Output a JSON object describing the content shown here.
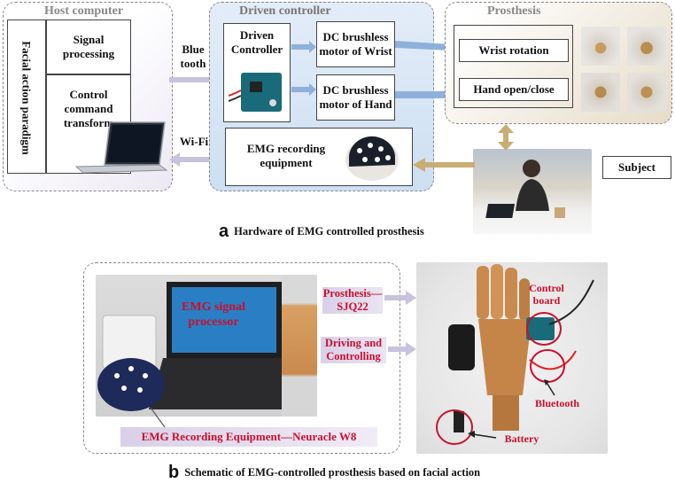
{
  "panel_a": {
    "host": {
      "title": "Host computer",
      "paradigm": "Facial action paradigm",
      "signal": "Signal processing",
      "control": "Control command transform"
    },
    "links": {
      "bluetooth": "Blue tooth",
      "wifi": "Wi-Fi"
    },
    "driven": {
      "title": "Driven controller",
      "controller": "Driven Controller",
      "motor_wrist": "DC brushless motor of Wrist",
      "motor_hand": "DC brushless motor of Hand",
      "emg": "EMG recording equipment"
    },
    "prosthesis": {
      "title": "Prosthesis",
      "wrist": "Wrist rotation",
      "hand": "Hand open/close"
    },
    "subject": "Subject",
    "caption_letter": "a",
    "caption": "Hardware of EMG controlled prosthesis"
  },
  "panel_b": {
    "processor": "EMG signal processor",
    "prosthesis": "Prosthesis—SJQ22",
    "driving": "Driving and Controlling",
    "equipment": "EMG Recording Equipment—Neuracle W8",
    "control_board": "Control board",
    "bluetooth": "Bluetooth",
    "battery": "Battery",
    "caption_letter": "b",
    "caption": "Schematic of EMG-controlled prosthesis based on facial action"
  },
  "colors": {
    "arrow_blue": "#8fb0dc",
    "arrow_gold": "#c9ad74",
    "label_red": "#c8102e"
  }
}
